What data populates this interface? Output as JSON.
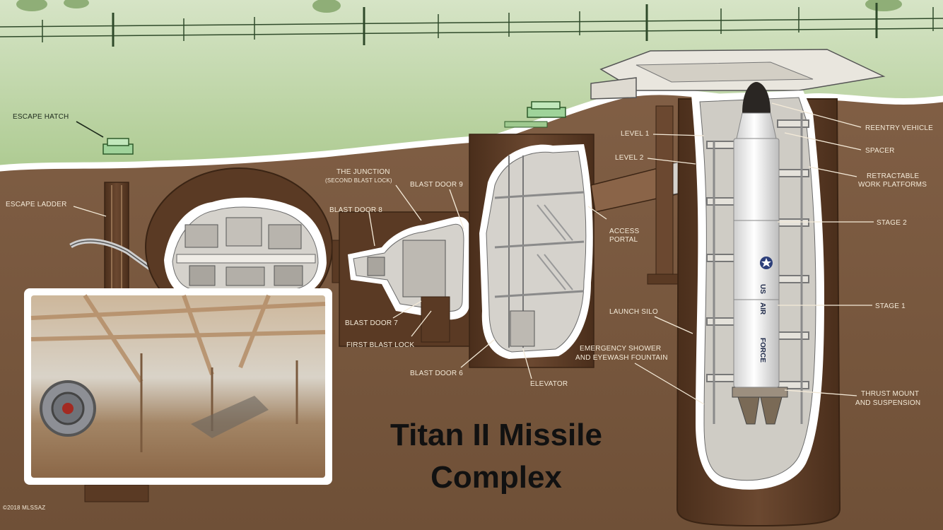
{
  "title": {
    "line1": "Titan II Missile",
    "line2": "Complex"
  },
  "copyright": "©2018 MLSSAZ",
  "labels": {
    "escape_hatch": "ESCAPE HATCH",
    "escape_ladder": "ESCAPE LADDER",
    "junction_line1": "THE JUNCTION",
    "junction_line2": "(SECOND BLAST LOCK)",
    "blast_door_9": "BLAST DOOR 9",
    "blast_door_8": "BLAST DOOR 8",
    "blast_door_7": "BLAST DOOR 7",
    "first_blast_lock": "FIRST BLAST LOCK",
    "blast_door_6": "BLAST DOOR 6",
    "elevator": "ELEVATOR",
    "access_portal_line1": "ACCESS",
    "access_portal_line2": "PORTAL",
    "level_1": "LEVEL 1",
    "level_2": "LEVEL 2",
    "launch_silo": "LAUNCH SILO",
    "emergency_line1": "EMERGENCY SHOWER",
    "emergency_line2": "AND EYEWASH FOUNTAIN",
    "reentry_vehicle": "REENTRY VEHICLE",
    "spacer": "SPACER",
    "retractable_line1": "RETRACTABLE",
    "retractable_line2": "WORK PLATFORMS",
    "stage_2": "STAGE 2",
    "stage_1": "STAGE 1",
    "thrust_line1": "THRUST MOUNT",
    "thrust_line2": "AND SUSPENSION"
  },
  "missile_markings": {
    "line1": "US",
    "line2": "AIR",
    "line3": "FORCE"
  },
  "colors": {
    "grass": "#bcd3a6",
    "earth": "#7a5a3e",
    "concrete": "#ebe7df",
    "interior": "#d5d2cc",
    "shaft": "#5f3e26",
    "label": "#f4ead8",
    "title": "#111111"
  }
}
